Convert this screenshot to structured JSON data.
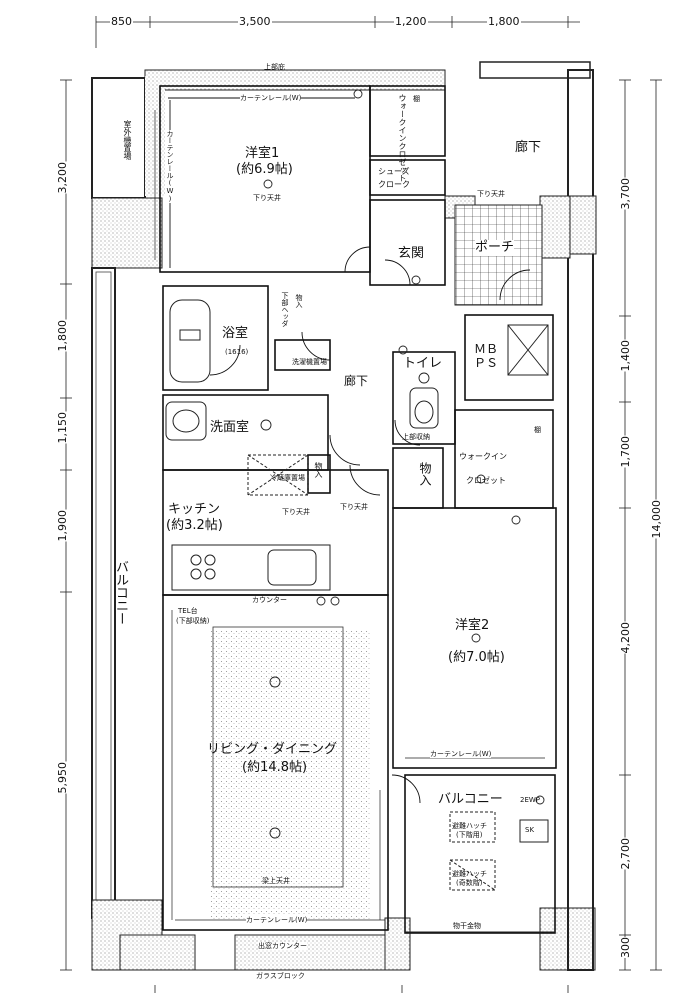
{
  "dimensions": {
    "top": [
      "850",
      "3,500",
      "1,200",
      "1,800"
    ],
    "left": [
      "3,200",
      "1,800",
      "1,150",
      "1,900",
      "5,950"
    ],
    "right": [
      "3,700",
      "1,400",
      "1,700",
      "4,200",
      "2,700",
      "300"
    ],
    "total": "14,000"
  },
  "rooms": {
    "western1_name": "洋室1",
    "western1_size": "(約6.9帖)",
    "western2_name": "洋室2",
    "western2_size": "(約7.0帖)",
    "ldk_name": "リビング・ダイニング",
    "ldk_size": "(約14.8帖)",
    "kitchen_name": "キッチン",
    "kitchen_size": "(約3.2帖)",
    "bath_name": "浴室",
    "bath_size": "(1616)",
    "washroom": "洗面室",
    "toilet": "トイレ",
    "entrance": "玄関",
    "porch": "ポーチ",
    "corridor_ext": "廊下",
    "corridor_int": "廊下",
    "mbps_1": "ＭＢ",
    "mbps_2": "ＰＳ",
    "walkin_closet_1": "ウォークイン",
    "walkin_closet_2": "クロゼット",
    "walkin_closet_v": "ウォークインクロゼット",
    "shoes_1": "シューズ",
    "shoes_2": "クローク",
    "storage": "物入",
    "storage_v": "物入",
    "balcony_w": "バルコニー",
    "balcony_s": "バルコニー"
  },
  "notes": {
    "top_window": "上部庇",
    "ac_unit": "室外機置場",
    "curtain_rail": "カーテンレール(W)",
    "curtain_rail_v": "カーテンレール(W)",
    "down_ceiling": "下り天井",
    "down_ceiling_2": "下り天井",
    "down_ceiling_3": "下り天井",
    "down_ceiling_4": "下り天井",
    "shelf": "棚",
    "shelf_2": "棚",
    "upper_storage": "上部収納",
    "washer": "洗濯機置場",
    "fridge": "冷蔵庫置場",
    "counter": "カウンター",
    "tel_1": "TEL台",
    "tel_2": "(下部収納)",
    "beam": "梁上天井",
    "bay_counter": "出窓カウンター",
    "glass_block": "ガラスブロック",
    "hatch1_1": "避難ハッチ",
    "hatch1_2": "(下階用)",
    "hatch2_1": "避難ハッチ",
    "hatch2_2": "(奇数階)",
    "laundry": "物干金物",
    "sk": "SK",
    "ewp": "2EWP",
    "down_box": "下部ヘッダ",
    "storage_box": "物入"
  }
}
